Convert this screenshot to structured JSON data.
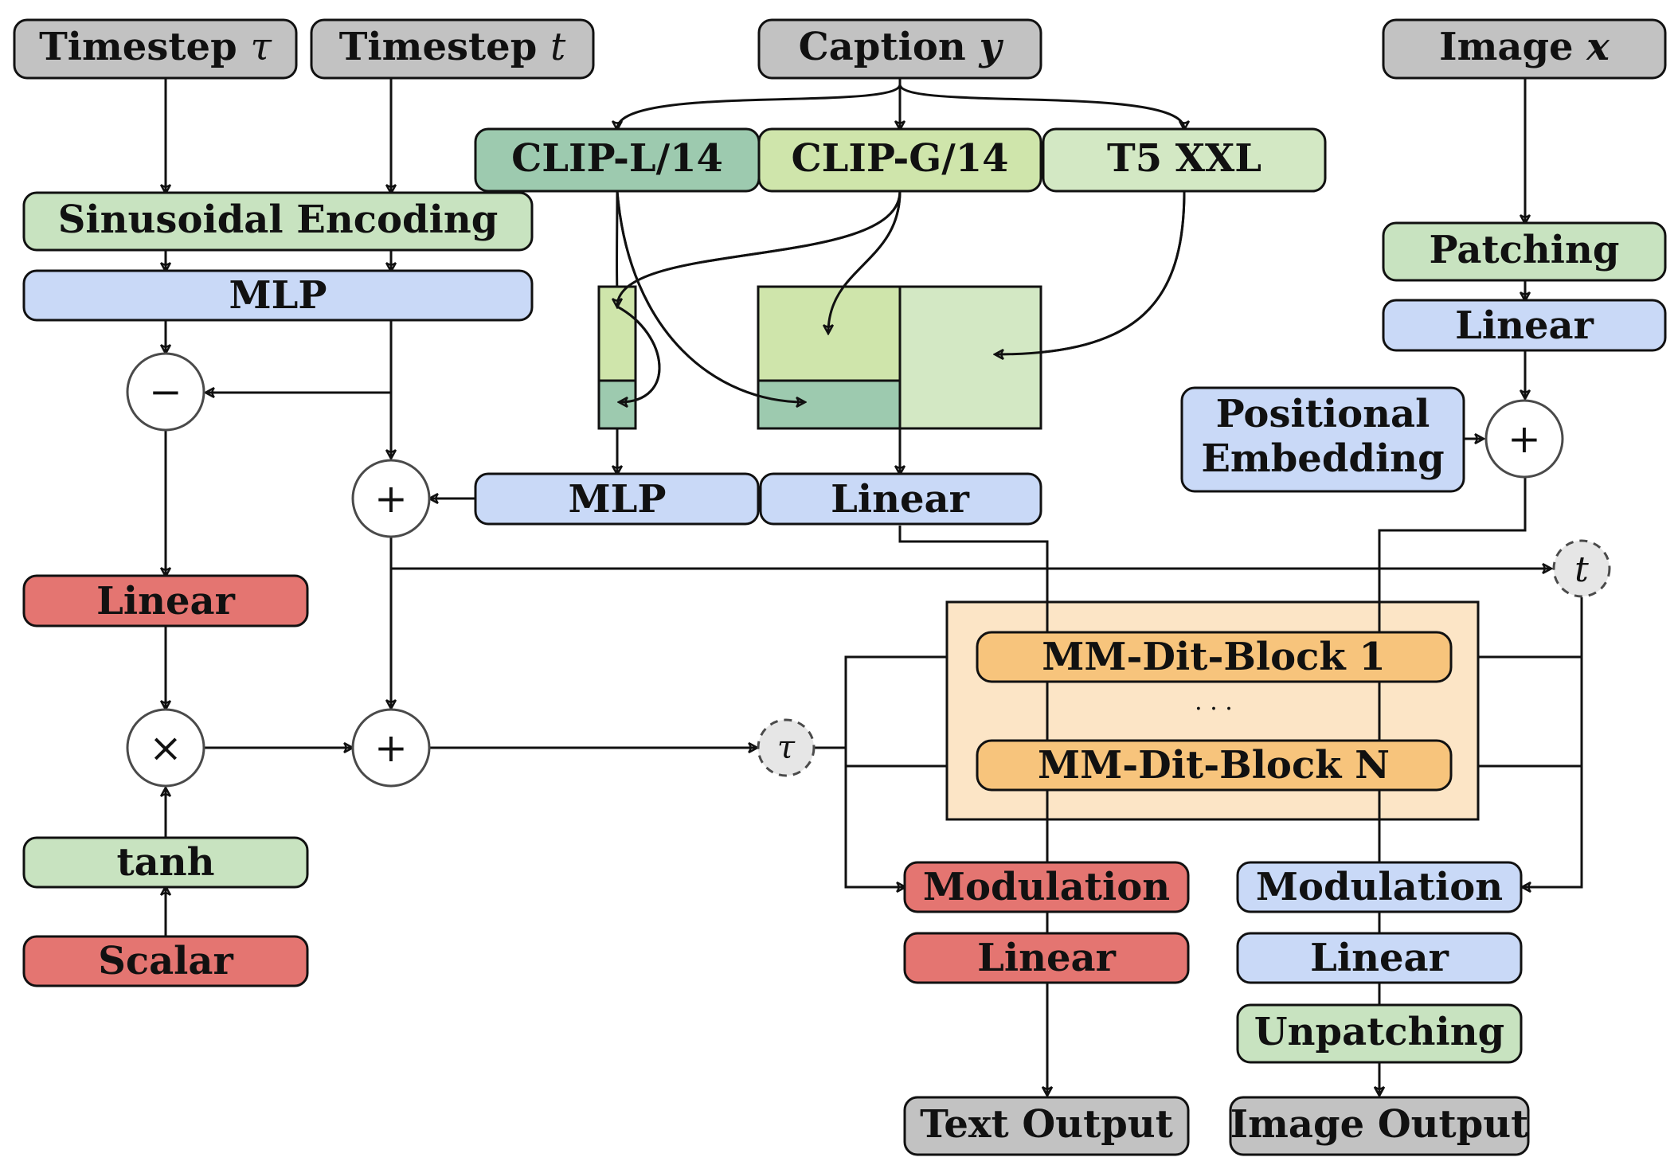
{
  "colors": {
    "gray": "#c2c2c2",
    "green_light": "#d3e8c4",
    "green_mid": "#c8e3c0",
    "green_lime": "#cfe5ab",
    "green_teal": "#9dcaaf",
    "blue": "#c9d9f7",
    "red": "#e47571",
    "orange": "#f7c47c",
    "orange_light": "#fce5c6",
    "stroke": "#111111",
    "circle_stroke": "#4a4a4a",
    "dashed_fill": "#e6e6e6"
  },
  "inputs": {
    "timestep_tau": {
      "text": "Timestep ",
      "var": "τ"
    },
    "timestep_t": {
      "text": "Timestep ",
      "var": "t"
    },
    "caption": {
      "text": "Caption ",
      "var": "y"
    },
    "image": {
      "text": "Image ",
      "var": "x"
    }
  },
  "encoders": {
    "clip_l": "CLIP-L/14",
    "clip_g": "CLIP-G/14",
    "t5": "T5 XXL"
  },
  "timestep_branch": {
    "sinusoidal": "Sinusoidal Encoding",
    "mlp": "MLP",
    "linear": "Linear",
    "tanh": "tanh",
    "scalar": "Scalar"
  },
  "text_branch": {
    "mlp": "MLP",
    "linear": "Linear"
  },
  "image_branch": {
    "patching": "Patching",
    "linear": "Linear",
    "positional_line1": "Positional",
    "positional_line2": "Embedding"
  },
  "ops": {
    "minus": "−",
    "plus": "+",
    "times": "×"
  },
  "taps": {
    "t": "t",
    "tau": "τ"
  },
  "blocks": {
    "block_1": "MM-Dit-Block 1",
    "ellipsis": "· · ·",
    "block_n": "MM-Dit-Block N"
  },
  "text_output_branch": {
    "modulation": "Modulation",
    "linear": "Linear",
    "output": "Text Output"
  },
  "image_output_branch": {
    "modulation": "Modulation",
    "linear": "Linear",
    "unpatching": "Unpatching",
    "output": "Image Output"
  }
}
